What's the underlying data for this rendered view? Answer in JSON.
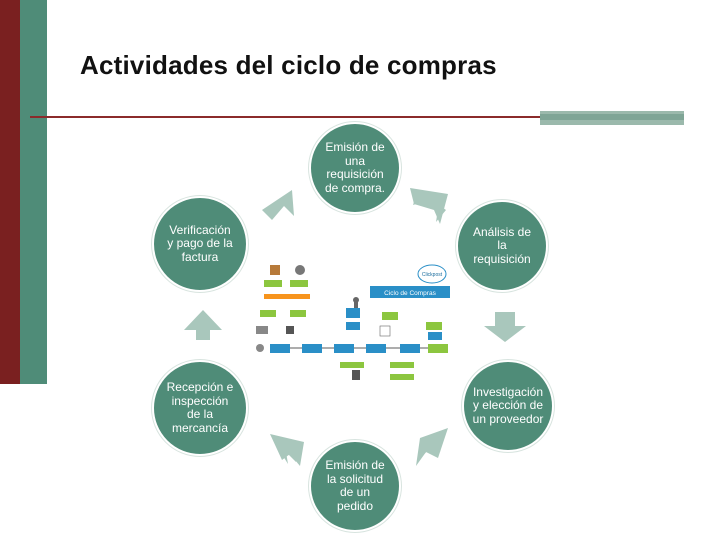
{
  "slide": {
    "title": "Actividades del ciclo de compras"
  },
  "colors": {
    "node_fill": "#4f8c78",
    "arrow_fill": "#a9c7bc",
    "left_bar": "#4f8c78",
    "accent_red": "#7a2020"
  },
  "cycle": {
    "nodes": [
      {
        "id": "top",
        "label": "Emisión de\nuna\nrequisición\nde compra."
      },
      {
        "id": "upper-right",
        "label": "Análisis de\nla\nrequisición"
      },
      {
        "id": "lower-right",
        "label": "Investigación\ny elección de\nun proveedor"
      },
      {
        "id": "bottom",
        "label": "Emisión de\nla solicitud\nde un\npedido"
      },
      {
        "id": "lower-left",
        "label": "Recepción e\ninspección\nde la\nmercancía"
      },
      {
        "id": "upper-left",
        "label": "Verificación\ny pago de la\nfactura"
      }
    ]
  },
  "center_image": {
    "title": "Ciclo de Compras",
    "logo": "Clickpost"
  }
}
